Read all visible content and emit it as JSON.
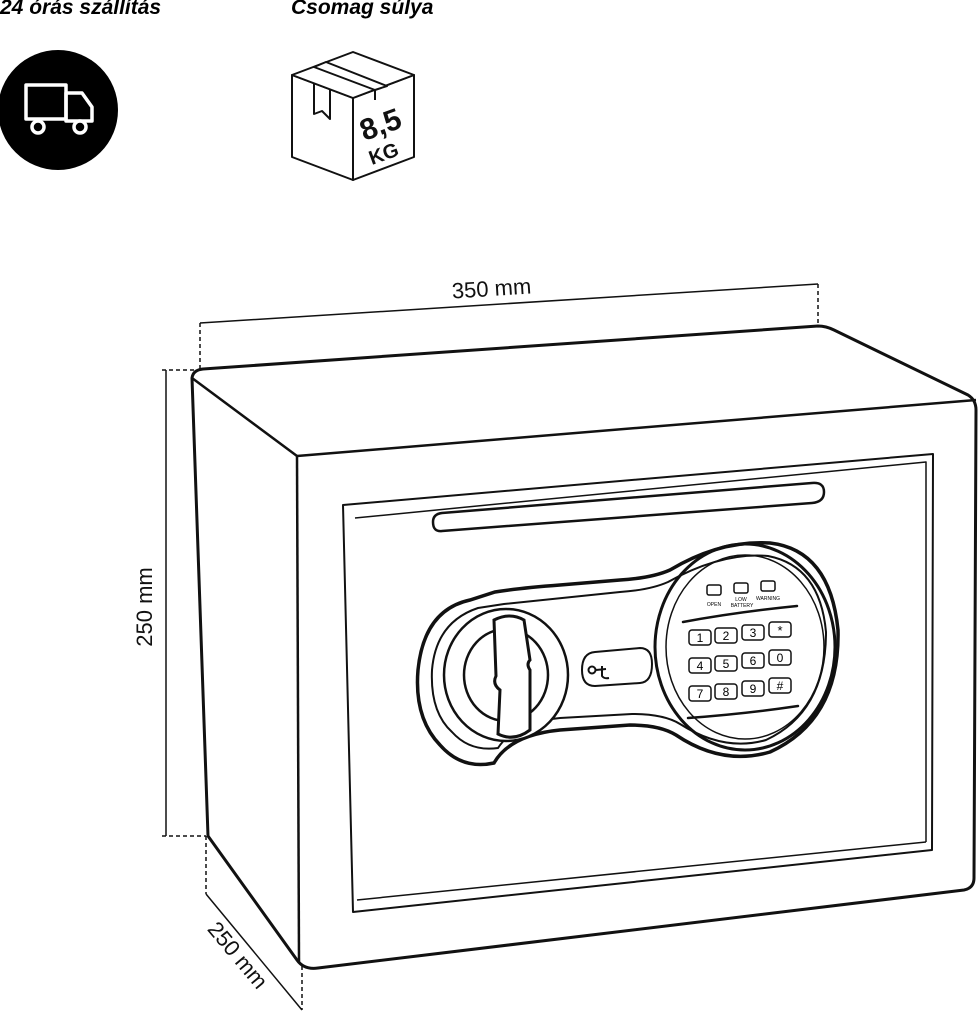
{
  "features": {
    "delivery": {
      "label": "24 órás szállítás",
      "icon": "delivery-truck-icon"
    },
    "weight": {
      "label": "Csomag súlya",
      "icon": "package-box-icon",
      "value": "8,5",
      "unit": "KG"
    }
  },
  "dimensions": {
    "width": "350 mm",
    "height": "250 mm",
    "depth": "250 mm"
  },
  "safe": {
    "indicators": [
      "OPEN",
      "LOW",
      "BATTERY",
      "WARNING"
    ],
    "keypad": [
      "1",
      "2",
      "3",
      "*",
      "4",
      "5",
      "6",
      "0",
      "7",
      "8",
      "9",
      "#"
    ]
  },
  "colors": {
    "line": "#111111",
    "background": "#ffffff"
  }
}
